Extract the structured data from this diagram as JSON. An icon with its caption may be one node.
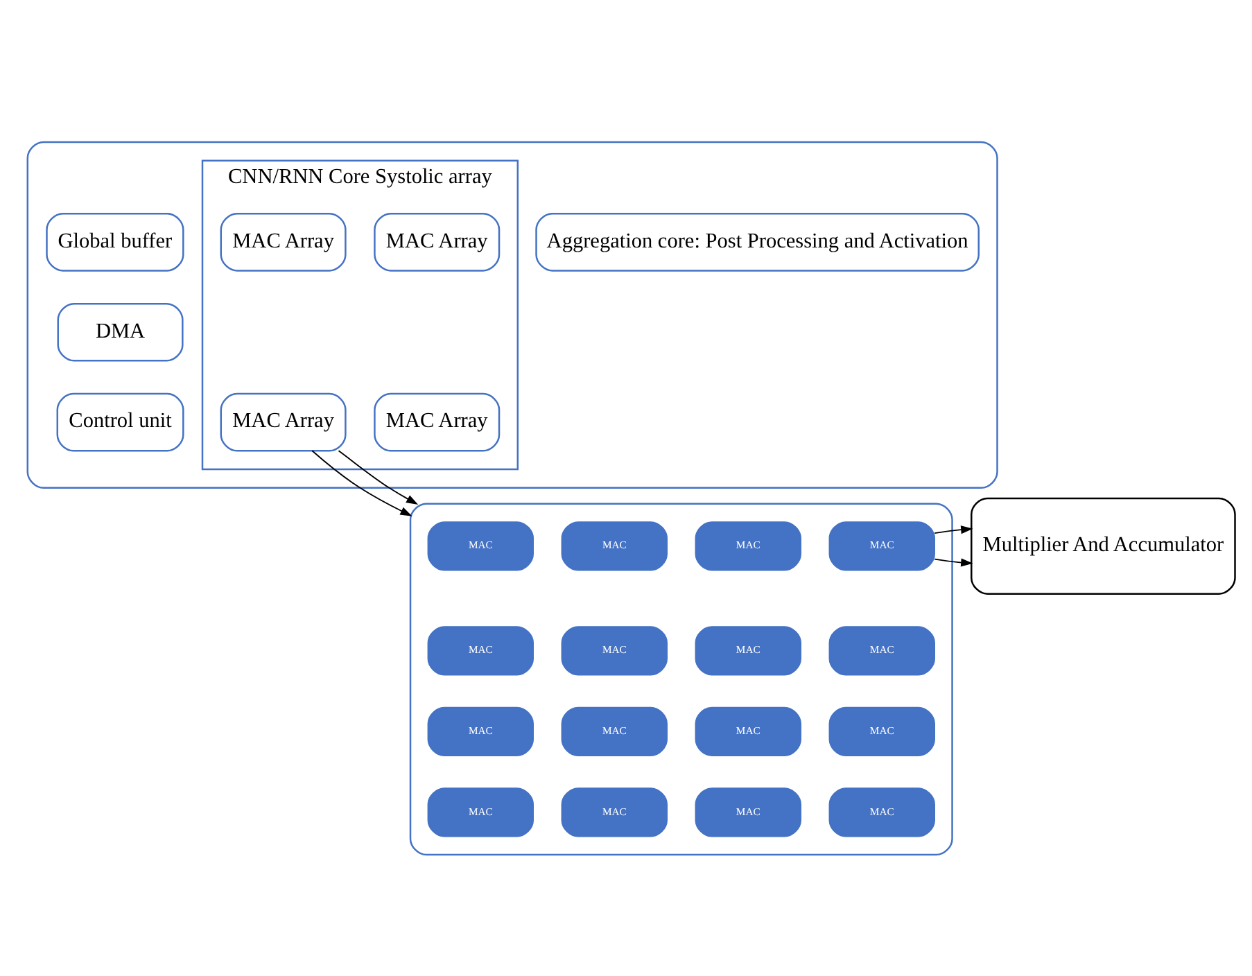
{
  "diagram": {
    "nodes": [
      {
        "text": [],
        "shape": "box"
      },
      {
        "text": [
          "Global buffer"
        ],
        "in": 0
      },
      {
        "text": [
          "DMA"
        ],
        "in": 0
      },
      {
        "text": [
          "Control unit"
        ],
        "in": 0
      },
      {
        "text": [
          "CNN/RNN Core Systolic array"
        ],
        "in": 0
      },
      {
        "text": [
          "MAC Array"
        ],
        "in": 4
      },
      {
        "text": [
          "MAC Array"
        ],
        "in": 4
      },
      {
        "text": [
          "MAC Array"
        ],
        "in": 4
      },
      {
        "text": [
          "MAC Array"
        ],
        "in": 4
      },
      {
        "text": [
          "Aggregation core: Post Processing and Activation"
        ],
        "in": 0
      },
      {
        "text": [],
        "shape": "box"
      },
      {
        "text": [
          "MAC"
        ],
        "in": 10
      },
      {
        "text": [
          "MAC"
        ],
        "in": 10
      },
      {
        "text": [
          "MAC"
        ],
        "in": 10
      },
      {
        "text": [
          "MAC"
        ],
        "in": 10
      },
      {
        "text": [
          "MAC"
        ],
        "in": 10
      },
      {
        "text": [
          "MAC"
        ],
        "in": 10
      },
      {
        "text": [
          "MAC"
        ],
        "in": 10
      },
      {
        "text": [
          "MAC"
        ],
        "in": 10
      },
      {
        "text": [
          "MAC"
        ],
        "in": 10
      },
      {
        "text": [
          "MAC"
        ],
        "in": 10
      },
      {
        "text": [
          "MAC"
        ],
        "in": 10
      },
      {
        "text": [
          "MAC"
        ],
        "in": 10
      },
      {
        "text": [
          "MAC"
        ],
        "in": 10
      },
      {
        "text": [
          "MAC"
        ],
        "in": 10
      },
      {
        "text": [
          "MAC"
        ],
        "in": 10
      },
      {
        "text": [
          "MAC"
        ],
        "in": 10
      },
      {
        "text": [
          "Multiplier And Accumulator"
        ]
      }
    ],
    "edges": [
      {
        "from": 7,
        "to": 10,
        "arrow": "to"
      },
      {
        "from": 7,
        "to": 10,
        "arrow": "to"
      },
      {
        "from": 14,
        "to": 27,
        "arrow": "to"
      },
      {
        "from": 14,
        "to": 27,
        "arrow": "to"
      }
    ]
  }
}
